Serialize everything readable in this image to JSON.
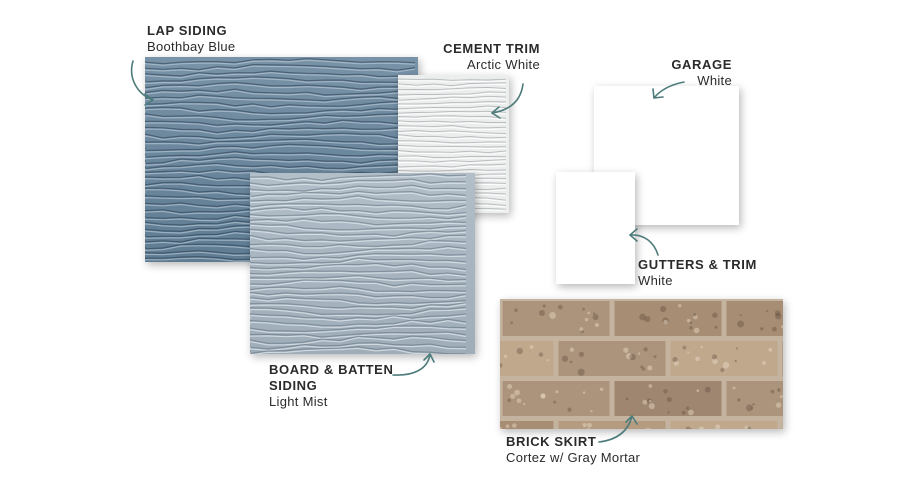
{
  "colors": {
    "lap_siding": "#6d8aa0",
    "board_batten": "#aab8c3",
    "cement_trim": "#eceeee",
    "garage": "#ffffff",
    "gutters": "#ffffff",
    "brick": "#a99078",
    "mortar": "#c9bba8",
    "arrow": "#4e7b7b"
  },
  "swatches": {
    "lap_siding": {
      "title": "LAP SIDING",
      "color_name": "Boothbay Blue"
    },
    "cement_trim": {
      "title": "CEMENT TRIM",
      "color_name": "Arctic White"
    },
    "garage": {
      "title": "GARAGE",
      "color_name": "White"
    },
    "gutters_trim": {
      "title": "GUTTERS & TRIM",
      "color_name": "White"
    },
    "board_batten": {
      "title_line1": "BOARD & BATTEN",
      "title_line2": "SIDING",
      "color_name": "Light Mist"
    },
    "brick_skirt": {
      "title": "BRICK SKIRT",
      "color_name": "Cortez w/ Gray Mortar"
    }
  }
}
